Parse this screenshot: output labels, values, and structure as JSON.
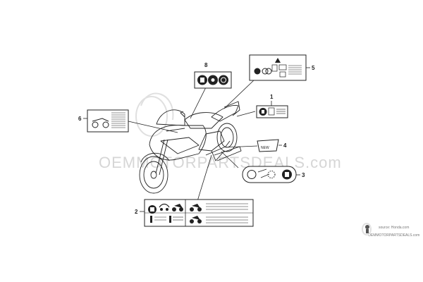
{
  "watermark": "OEMMOTORPARTSDEALS.com",
  "source_line": "source: Honda.com",
  "source_brand": "OEMMOTORPARTSDEALS.com",
  "callouts": {
    "c1": "1",
    "c2": "2",
    "c3": "3",
    "c4": "4",
    "c5": "5",
    "c6": "6",
    "c8": "8"
  },
  "label_text": {
    "new": "NEW"
  }
}
